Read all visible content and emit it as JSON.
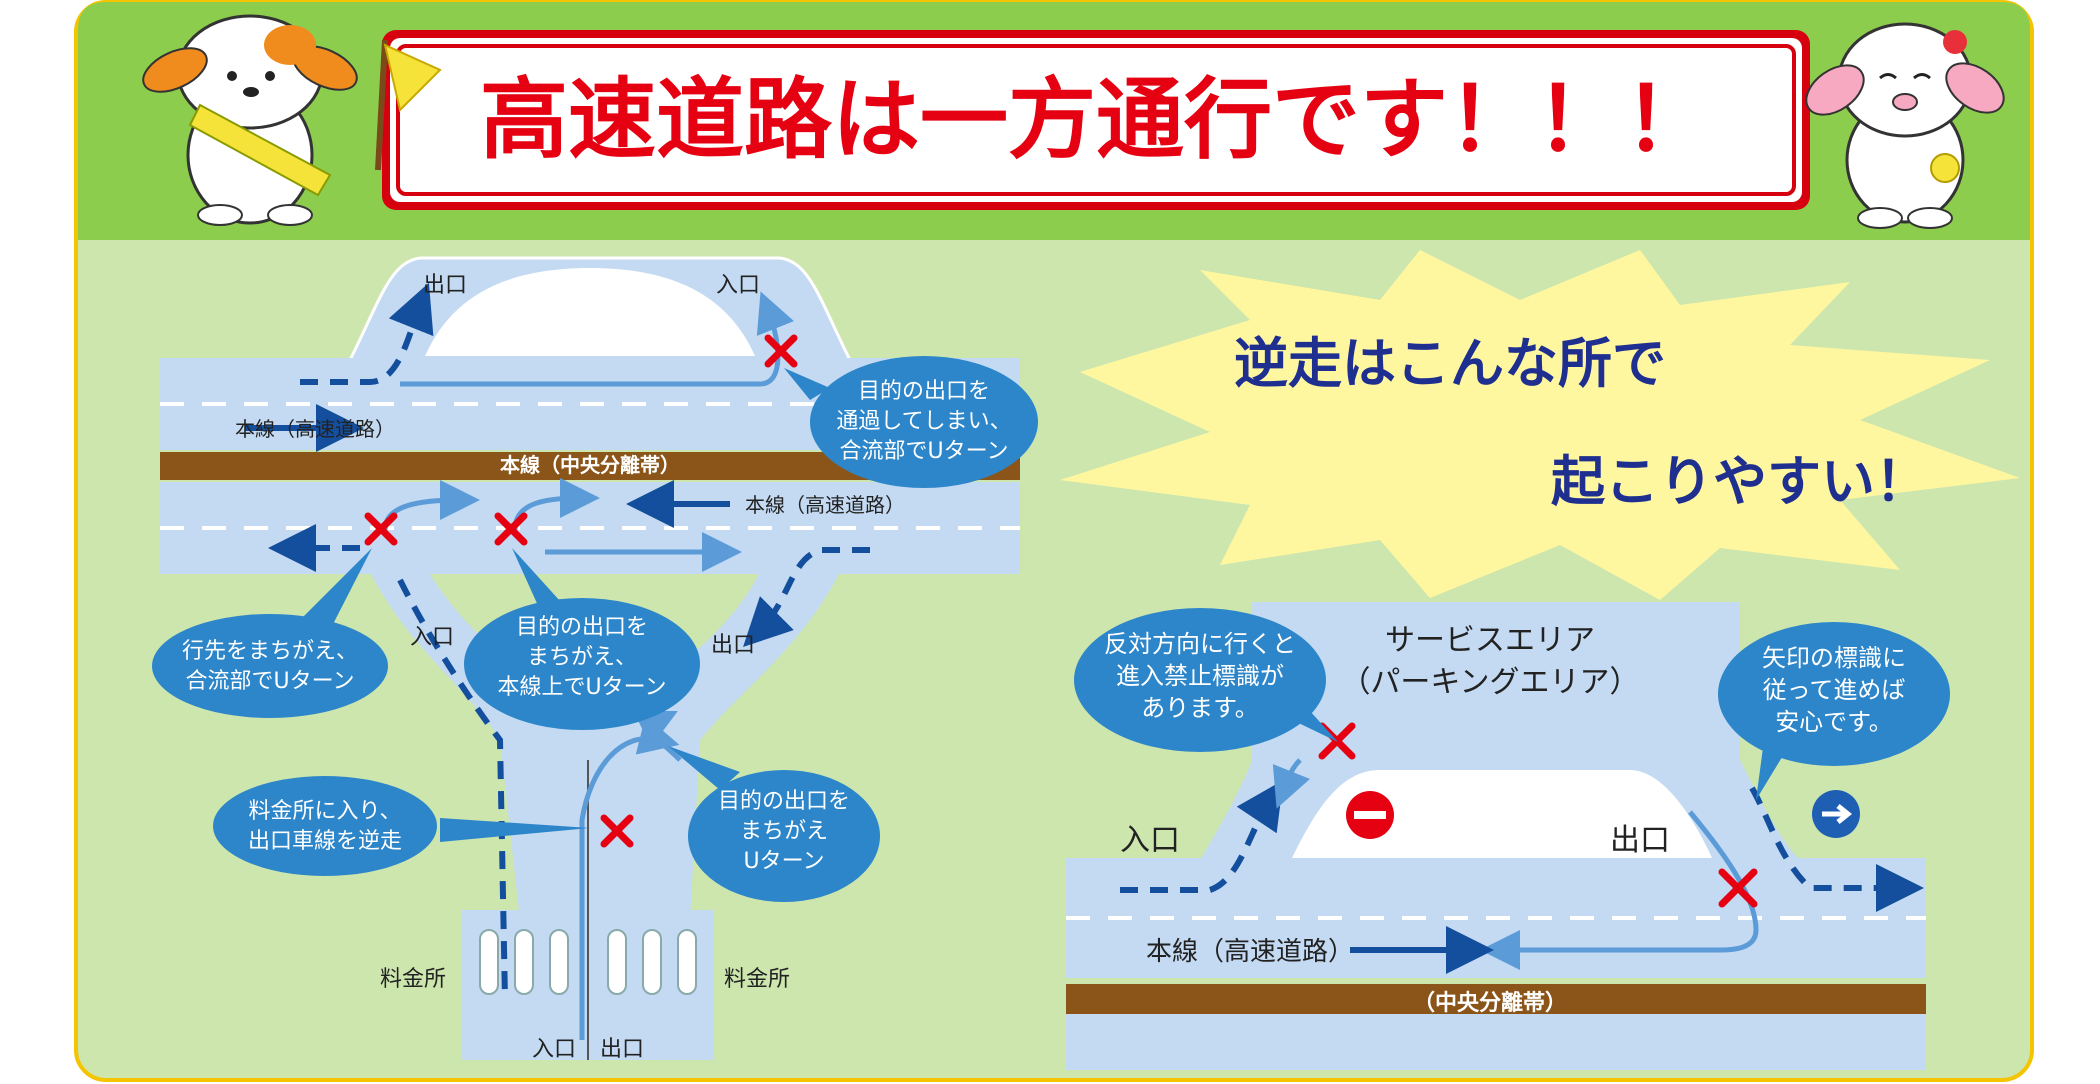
{
  "header": {
    "title": "高速道路は一方通行です！！！"
  },
  "left_diagram": {
    "labels": {
      "exit_top": "出口",
      "entry_top": "入口",
      "mainline_upper": "本線（高速道路）",
      "median": "本線（中央分離帯）",
      "mainline_lower": "本線（高速道路）",
      "ramp_entry": "入口",
      "ramp_exit": "出口",
      "toll_left": "料金所",
      "toll_right": "料金所",
      "toll_entry": "入口",
      "toll_exit": "出口"
    },
    "bubbles": {
      "passed_exit": [
        "目的の出口を",
        "通過してしまい、",
        "合流部でUターン"
      ],
      "wrong_dest": [
        "行先をまちがえ、",
        "合流部でUターン"
      ],
      "wrong_exit_mainline": [
        "目的の出口を",
        "まちがえ、",
        "本線上でUターン"
      ],
      "toll_wrong": [
        "料金所に入り、",
        "出口車線を逆走"
      ],
      "wrong_exit_uturn": [
        "目的の出口を",
        "まちがえ",
        "Uターン"
      ]
    }
  },
  "headline": {
    "line1": "逆走はこんな所で",
    "line2": "起こりやすい！"
  },
  "right_diagram": {
    "labels": {
      "service_area_1": "サービスエリア",
      "service_area_2": "（パーキングエリア）",
      "entry": "入口",
      "exit": "出口",
      "mainline": "本線（高速道路）",
      "median": "（中央分離帯）"
    },
    "bubbles": {
      "no_entry_sign": [
        "反対方向に行くと",
        "進入禁止標識が",
        "あります。"
      ],
      "follow_arrow": [
        "矢印の標識に",
        "従って進めば",
        "安心です。"
      ]
    }
  },
  "colors": {
    "header_bg": "#8dcd4e",
    "panel_bg": "#cde6ad",
    "road": "#c3daf2",
    "median": "#8b5418",
    "bubble": "#2d86ca",
    "arrow_dark": "#144f9e",
    "arrow_light": "#5b9bd8",
    "cross": "#e50012",
    "title_red": "#e50012",
    "burst": "#fff7a0"
  }
}
